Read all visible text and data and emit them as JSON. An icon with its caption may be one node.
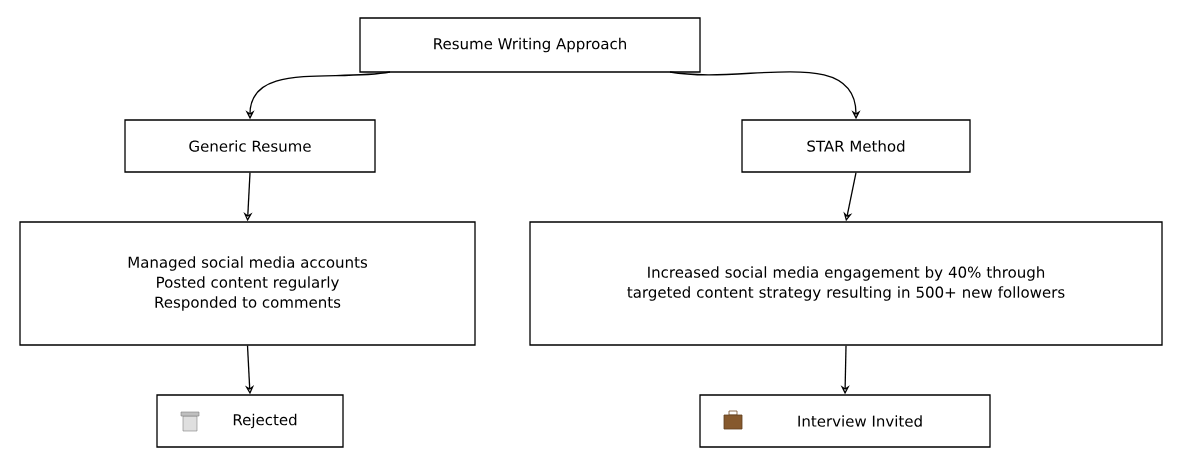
{
  "diagram": {
    "nodes": [
      {
        "text": [
          "Resume Writing Approach"
        ]
      },
      {
        "text": [
          "Generic Resume"
        ]
      },
      {
        "text": [
          "STAR Method"
        ]
      },
      {
        "text": [
          "Managed social media accounts",
          "Posted content regularly",
          "Responded to comments"
        ]
      },
      {
        "text": [
          "Increased social media engagement by 40% through targeted content strategy resulting in 500+ new followers"
        ]
      },
      {
        "text": [
          "Rejected"
        ]
      },
      {
        "text": [
          "Interview Invited"
        ]
      }
    ],
    "edges": [
      {
        "from": 0,
        "to": 1,
        "arrow": "to"
      },
      {
        "from": 0,
        "to": 2,
        "arrow": "to"
      },
      {
        "from": 1,
        "to": 3,
        "arrow": "to"
      },
      {
        "from": 3,
        "to": 5,
        "arrow": "to"
      },
      {
        "from": 2,
        "to": 4,
        "arrow": "to"
      },
      {
        "from": 4,
        "to": 6,
        "arrow": "to"
      }
    ]
  }
}
